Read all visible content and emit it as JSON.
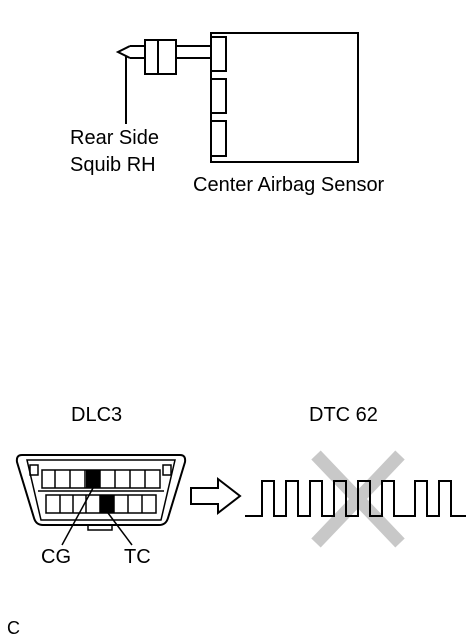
{
  "top_diagram": {
    "squib_label_line1": "Rear Side",
    "squib_label_line2": "Squib RH",
    "sensor_label": "Center Airbag Sensor"
  },
  "bottom_diagram": {
    "dlc_label": "DLC3",
    "dtc_label": "DTC 62",
    "terminal_cg": "CG",
    "terminal_tc": "TC"
  },
  "corner_code": "C",
  "colors": {
    "line": "#000000",
    "cross": "#c8c8c8",
    "background": "#ffffff"
  }
}
